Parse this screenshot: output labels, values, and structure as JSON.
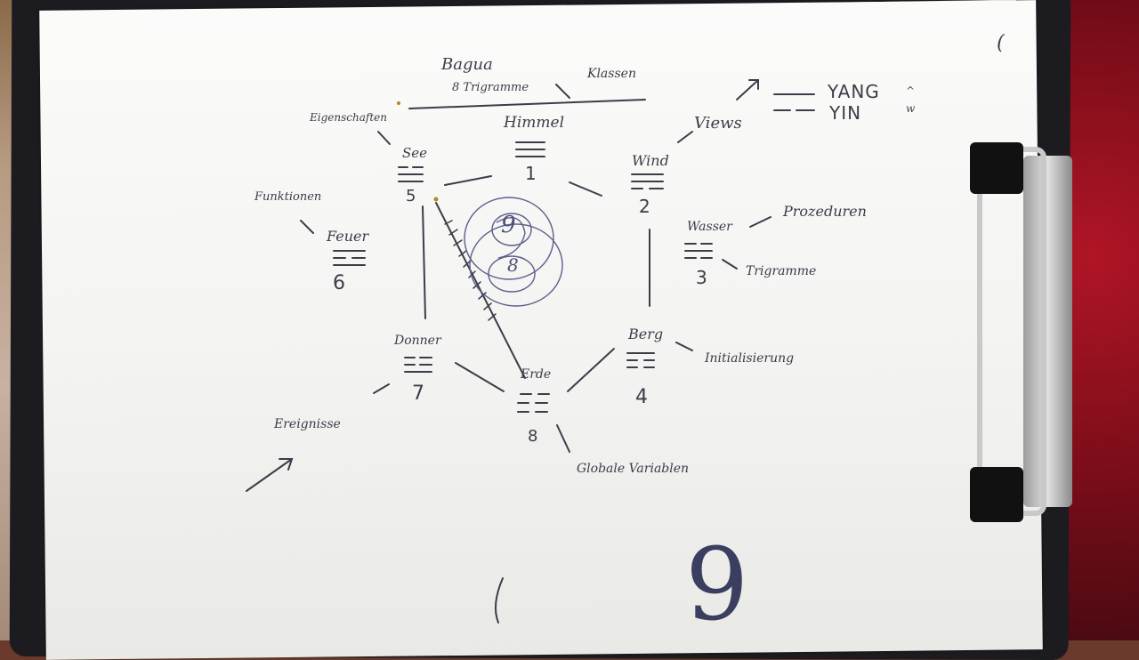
{
  "photo_subject": "Handwritten Bagua / Trigram diagram on a clipboard",
  "colors": {
    "ink": "#3b3d48",
    "paper": "#f6f6f4",
    "clipboard": "#1c1c20",
    "fabric": "#8b1020"
  },
  "header": {
    "title": "Bagua",
    "subtitle": "8 Trigramme",
    "classes_label": "Klassen"
  },
  "legend": {
    "yang": "YANG",
    "yin": "YIN",
    "yang_mark": "^",
    "yin_mark": "w"
  },
  "page_mark": "(",
  "trigrams": [
    {
      "name": "Himmel",
      "number": "1",
      "lines": "yang yang yang"
    },
    {
      "name": "Wind",
      "number": "2",
      "lines": "yang yang yin"
    },
    {
      "name": "Wasser",
      "number": "3",
      "lines": "yin yang yin"
    },
    {
      "name": "Berg",
      "number": "4",
      "lines": "yang yin yin"
    },
    {
      "name": "See",
      "number": "5",
      "lines": "yin yang yang"
    },
    {
      "name": "Feuer",
      "number": "6",
      "lines": "yang yin yang"
    },
    {
      "name": "Donner",
      "number": "7",
      "lines": "yin yin yang"
    },
    {
      "name": "Erde",
      "number": "8",
      "lines": "yin yin yin"
    }
  ],
  "annotations": {
    "see": "Eigenschaften",
    "feuer": "Funktionen",
    "wind": "Views",
    "wasser": "Prozeduren",
    "wasser_lines": "Trigramme",
    "berg": "Initialisierung",
    "erde": "Globale Variablen",
    "donner": "Ereignisse"
  },
  "center": {
    "number": "9",
    "inner": "8"
  },
  "page_number": "9"
}
